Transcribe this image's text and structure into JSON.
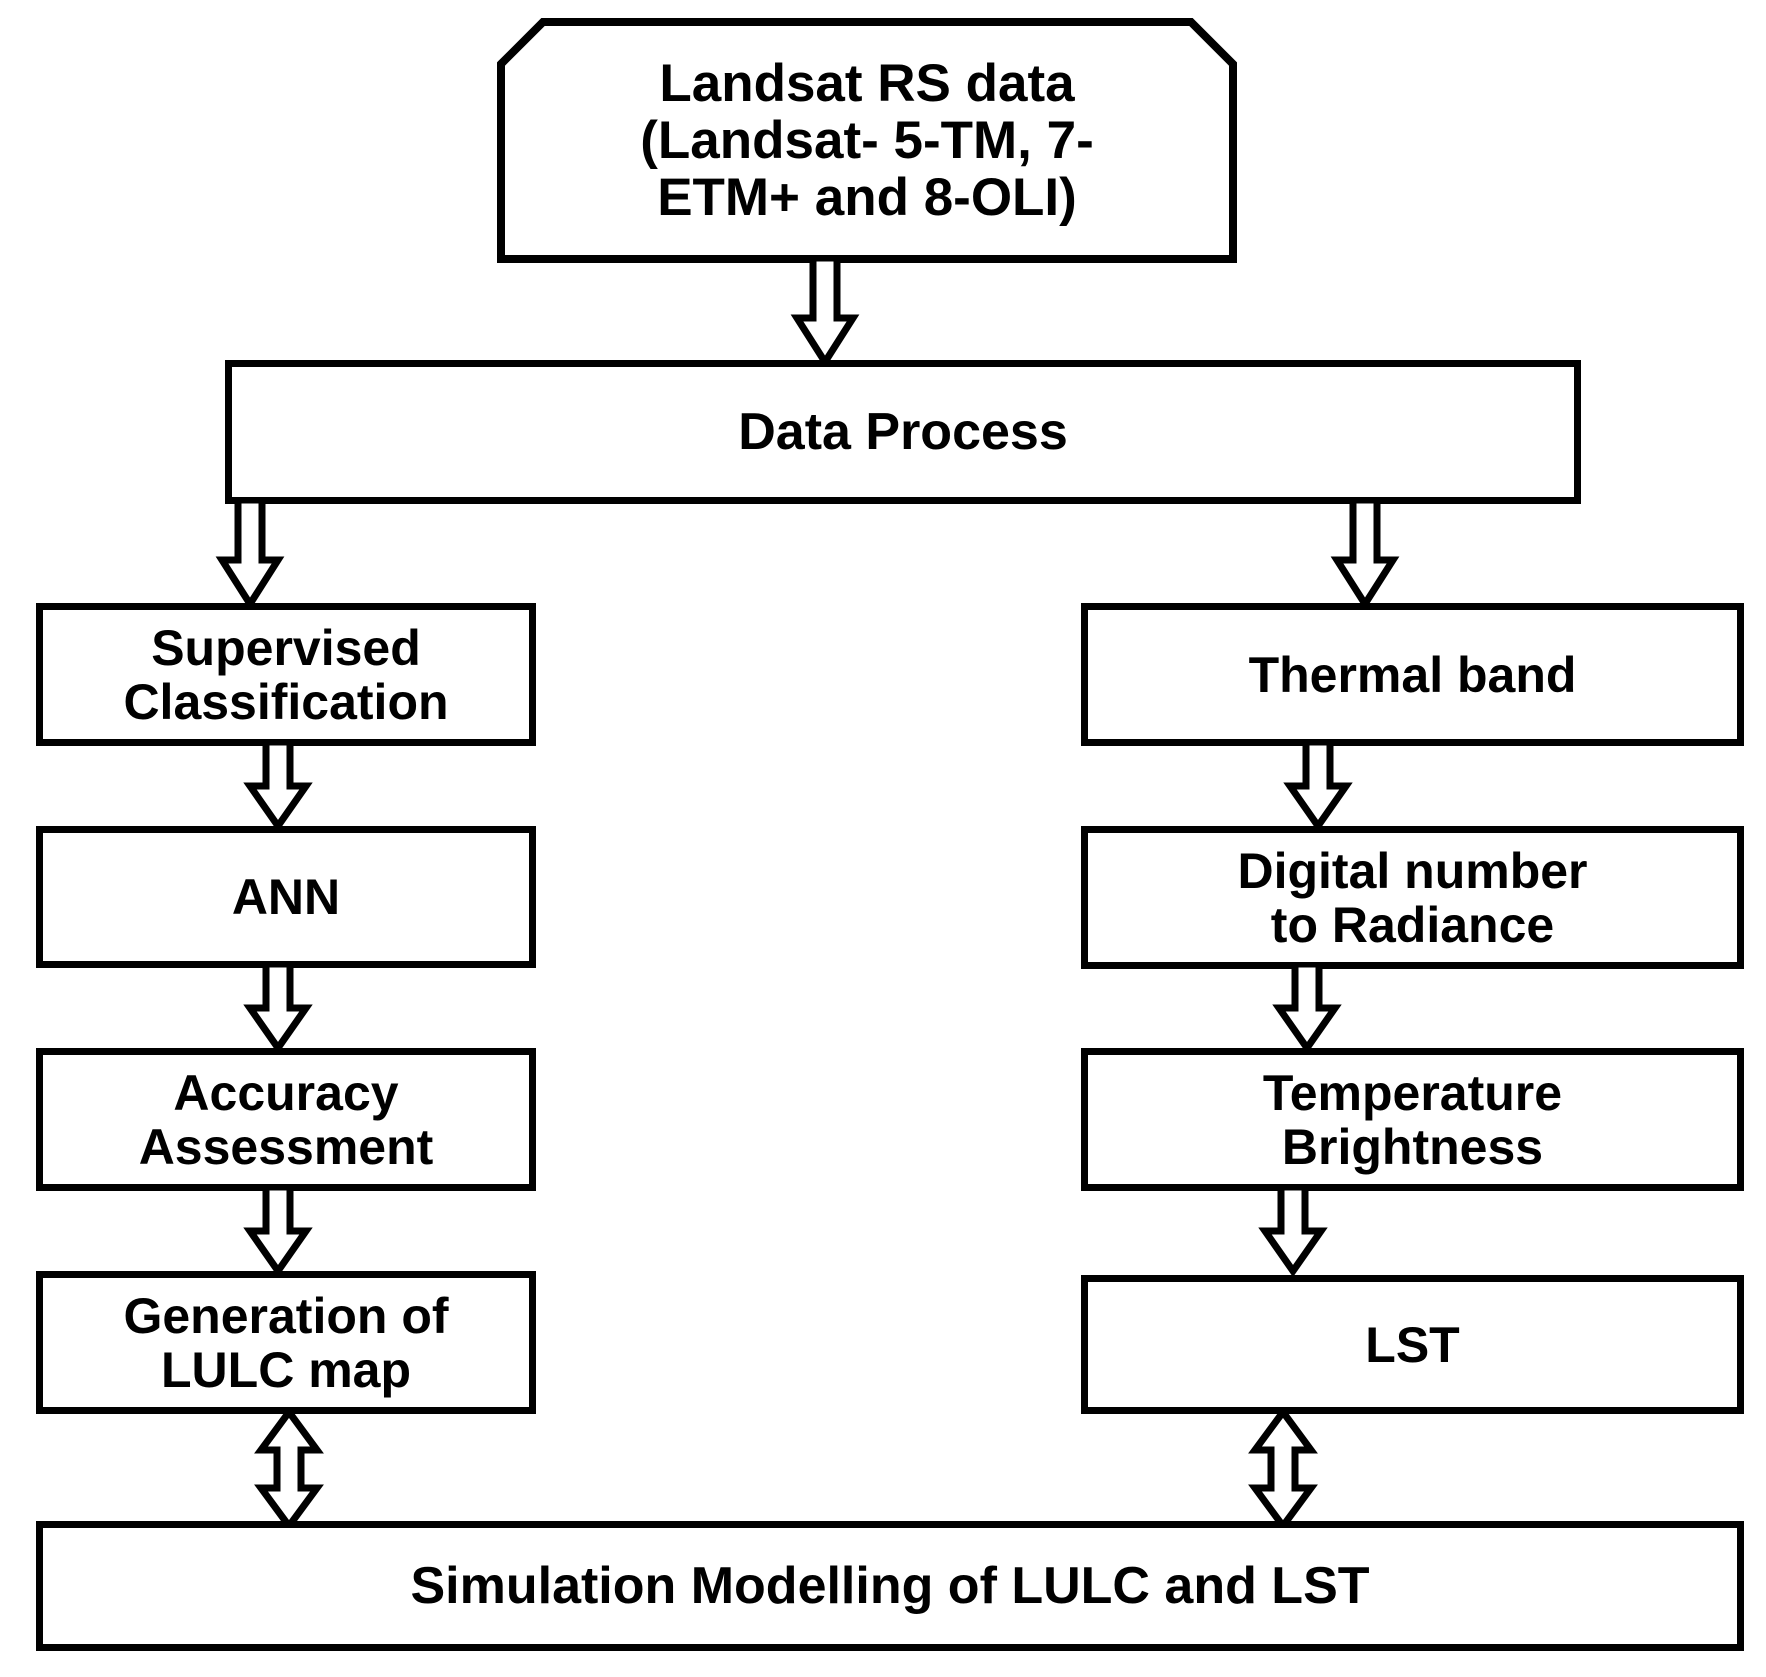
{
  "diagram": {
    "title": "Methodology flowchart for LULC and LST simulation modelling",
    "stroke_color": "#000000",
    "fill_color": "#ffffff",
    "nodes": {
      "source": {
        "label": "Landsat RS data\n(Landsat- 5-TM, 7-\nETM+ and 8-OLI)",
        "shape": "clipped-corner-box"
      },
      "data_process": {
        "label": "Data Process",
        "shape": "rect"
      },
      "supervised_classification": {
        "label": "Supervised\nClassification",
        "shape": "rect"
      },
      "ann": {
        "label": "ANN",
        "shape": "rect"
      },
      "accuracy_assessment": {
        "label": "Accuracy\nAssessment",
        "shape": "rect"
      },
      "lulc_map": {
        "label": "Generation of\nLULC map",
        "shape": "rect"
      },
      "thermal_band": {
        "label": "Thermal band",
        "shape": "rect"
      },
      "dn_to_radiance": {
        "label": "Digital number\nto Radiance",
        "shape": "rect"
      },
      "temperature_brightness": {
        "label": "Temperature\nBrightness",
        "shape": "rect"
      },
      "lst": {
        "label": "LST",
        "shape": "rect"
      },
      "simulation": {
        "label": "Simulation Modelling of LULC and LST",
        "shape": "rect"
      }
    },
    "connectors": [
      {
        "name": "source-to-data-process",
        "direction": "down"
      },
      {
        "name": "data-process-to-supervised-classification",
        "direction": "down"
      },
      {
        "name": "data-process-to-thermal-band",
        "direction": "down"
      },
      {
        "name": "supervised-classification-to-ann",
        "direction": "down"
      },
      {
        "name": "ann-to-accuracy-assessment",
        "direction": "down"
      },
      {
        "name": "accuracy-assessment-to-lulc-map",
        "direction": "down"
      },
      {
        "name": "lulc-map-to-simulation",
        "direction": "both"
      },
      {
        "name": "thermal-band-to-dn-to-radiance",
        "direction": "down"
      },
      {
        "name": "dn-to-radiance-to-temperature-brightness",
        "direction": "down"
      },
      {
        "name": "temperature-brightness-to-lst",
        "direction": "down"
      },
      {
        "name": "lst-to-simulation",
        "direction": "both"
      }
    ]
  }
}
